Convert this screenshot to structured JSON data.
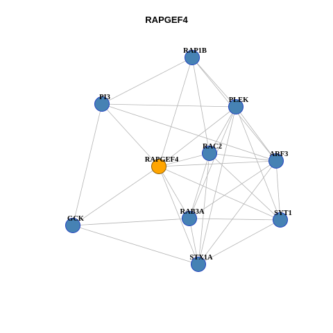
{
  "title": "RAPGEF4",
  "colors": {
    "node_default": "#4682b4",
    "node_highlight": "#ffa500",
    "edge": "#b3b3b3"
  },
  "nodes": [
    {
      "id": "RAP1B",
      "label": "RAP1B"
    },
    {
      "id": "PI3",
      "label": "PI3"
    },
    {
      "id": "PLEK",
      "label": "PLEK"
    },
    {
      "id": "RAC2",
      "label": "RAC2"
    },
    {
      "id": "RAPGEF4",
      "label": "RAPGEF4",
      "highlight": true
    },
    {
      "id": "ARF3",
      "label": "ARF3"
    },
    {
      "id": "GCK",
      "label": "GCK"
    },
    {
      "id": "RAB3A",
      "label": "RAB3A"
    },
    {
      "id": "SYT1",
      "label": "SYT1"
    },
    {
      "id": "STX1A",
      "label": "STX1A"
    }
  ],
  "edges": [
    [
      "RAP1B",
      "PI3"
    ],
    [
      "RAP1B",
      "PLEK"
    ],
    [
      "RAP1B",
      "RAC2"
    ],
    [
      "RAP1B",
      "RAPGEF4"
    ],
    [
      "RAP1B",
      "ARF3"
    ],
    [
      "PI3",
      "PLEK"
    ],
    [
      "PI3",
      "RAPGEF4"
    ],
    [
      "PI3",
      "ARF3"
    ],
    [
      "PI3",
      "GCK"
    ],
    [
      "PLEK",
      "RAC2"
    ],
    [
      "PLEK",
      "RAPGEF4"
    ],
    [
      "PLEK",
      "ARF3"
    ],
    [
      "PLEK",
      "RAB3A"
    ],
    [
      "PLEK",
      "SYT1"
    ],
    [
      "PLEK",
      "STX1A"
    ],
    [
      "RAC2",
      "RAPGEF4"
    ],
    [
      "RAC2",
      "ARF3"
    ],
    [
      "RAC2",
      "RAB3A"
    ],
    [
      "RAC2",
      "SYT1"
    ],
    [
      "RAC2",
      "STX1A"
    ],
    [
      "RAPGEF4",
      "ARF3"
    ],
    [
      "RAPGEF4",
      "GCK"
    ],
    [
      "RAPGEF4",
      "SYT1"
    ],
    [
      "RAPGEF4",
      "STX1A"
    ],
    [
      "RAPGEF4",
      "RAB3A"
    ],
    [
      "ARF3",
      "RAB3A"
    ],
    [
      "ARF3",
      "SYT1"
    ],
    [
      "ARF3",
      "STX1A"
    ],
    [
      "GCK",
      "RAB3A"
    ],
    [
      "GCK",
      "STX1A"
    ],
    [
      "RAB3A",
      "SYT1"
    ],
    [
      "RAB3A",
      "STX1A"
    ],
    [
      "SYT1",
      "STX1A"
    ]
  ]
}
